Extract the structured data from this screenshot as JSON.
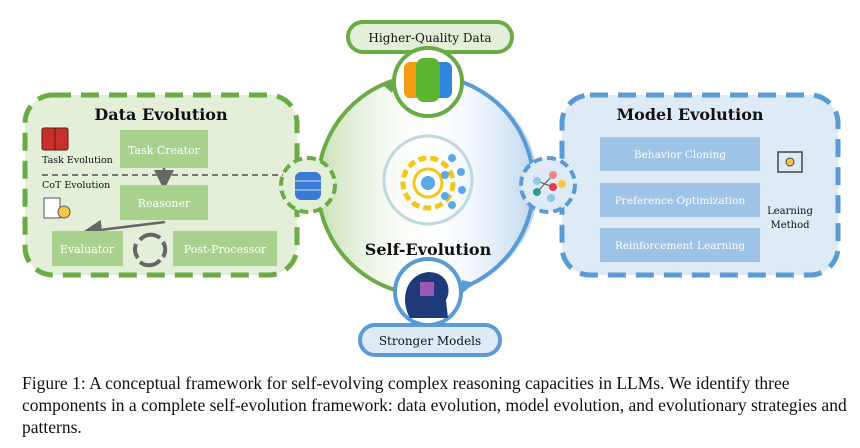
{
  "figure": {
    "center_label": "Self-Evolution",
    "top_pill": "Higher-Quality Data",
    "bottom_pill": "Stronger Models",
    "data_evolution": {
      "title": "Data Evolution",
      "task_evolution_label": "Task Evolution",
      "cot_evolution_label": "CoT Evolution",
      "boxes": [
        "Task Creator",
        "Reasoner",
        "Evaluator",
        "Post-Processor"
      ]
    },
    "model_evolution": {
      "title": "Model Evolution",
      "methods": [
        "Behavior Cloning",
        "Preference Optimization",
        "Reinforcement Learning"
      ],
      "side_label_line1": "Learning",
      "side_label_line2": "Method"
    },
    "colors": {
      "green": "#6aab45",
      "green_fill": "#e3efd9",
      "green_box": "#a9d18e",
      "blue": "#5b9bd5",
      "blue_fill": "#deebf7",
      "blue_box": "#9dc3e6"
    }
  },
  "caption": "Figure 1: A conceptual framework for self-evolving complex reasoning capacities in LLMs. We identify three components in a complete self-evolution framework: data evolution, model evolution, and evolutionary strategies and patterns."
}
